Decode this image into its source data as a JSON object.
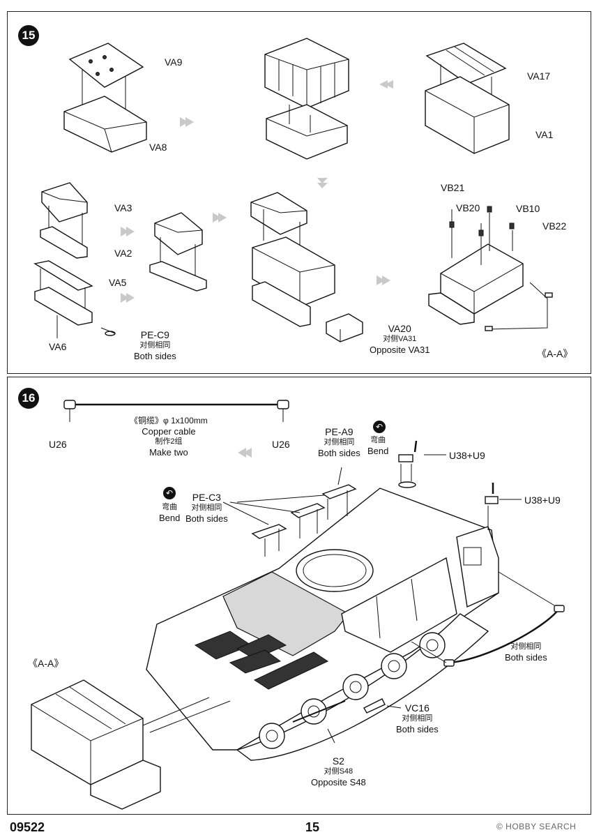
{
  "steps": [
    {
      "number": "15",
      "labels": {
        "va9": "VA9",
        "va8": "VA8",
        "va17": "VA17",
        "va1": "VA1",
        "va3": "VA3",
        "va2": "VA2",
        "va5": "VA5",
        "va6": "VA6",
        "pec9": "PE-C9",
        "pec9_cn": "对侧相同",
        "pec9_en": "Both sides",
        "vb21": "VB21",
        "vb20": "VB20",
        "vb10": "VB10",
        "vb22": "VB22",
        "va20": "VA20",
        "va20_cn": "对侧VA31",
        "va20_en": "Opposite VA31",
        "section": "《A-A》"
      }
    },
    {
      "number": "16",
      "labels": {
        "u26_left": "U26",
        "u26_right": "U26",
        "cable_cn": "《铜缆》φ 1x100mm",
        "cable_en": "Copper cable",
        "make_cn": "制作2组",
        "make_en": "Make two",
        "pea9": "PE-A9",
        "pea9_cn": "对侧相同",
        "pea9_en": "Both sides",
        "bend1_cn": "弯曲",
        "bend1_en": "Bend",
        "u38_1": "U38+U9",
        "u38_2": "U38+U9",
        "pec3": "PE-C3",
        "pec3_cn": "对侧相同",
        "pec3_en": "Both sides",
        "bend2_cn": "弯曲",
        "bend2_en": "Bend",
        "cable_side_cn": "对侧相同",
        "cable_side_en": "Both sides",
        "section": "《A-A》",
        "vc16": "VC16",
        "vc16_cn": "对侧相同",
        "vc16_en": "Both sides",
        "s2": "S2",
        "s2_cn": "对侧S48",
        "s2_en": "Opposite S48"
      }
    }
  ],
  "footer": {
    "code": "09522",
    "page": "15",
    "watermark": "© HOBBY SEARCH"
  }
}
